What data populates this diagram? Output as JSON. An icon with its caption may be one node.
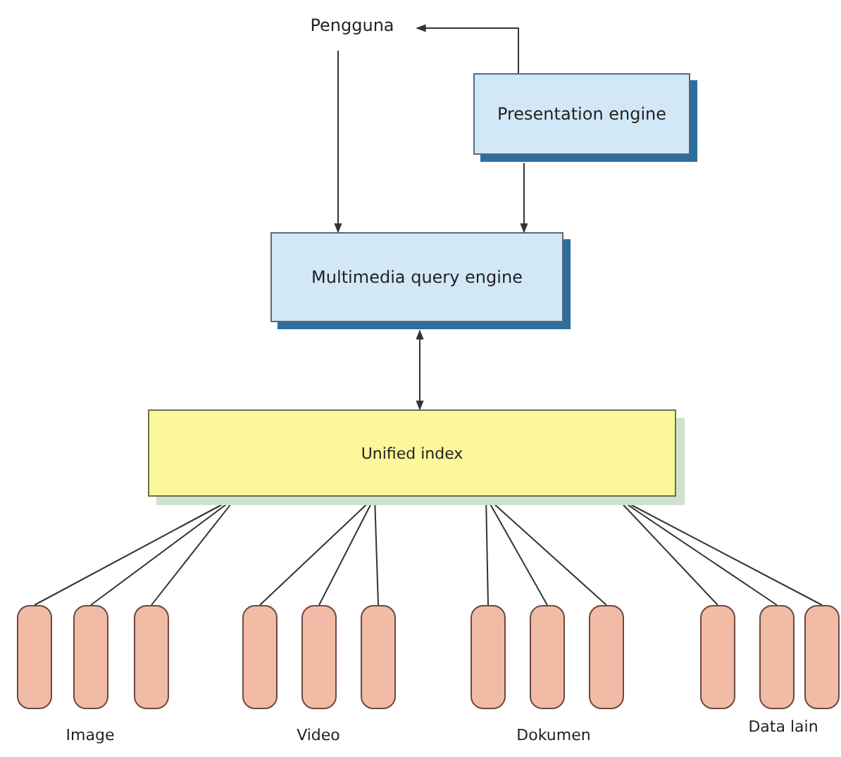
{
  "diagram": {
    "nodes": [
      {
        "text": [
          "Pengguna"
        ]
      },
      {
        "text": [
          "Presentation engine"
        ]
      },
      {
        "text": [
          "Multimedia query engine"
        ]
      },
      {
        "text": [
          "Unified index"
        ]
      },
      {
        "text": [],
        "shape": "box"
      },
      {
        "text": [],
        "shape": "box"
      },
      {
        "text": [],
        "shape": "box"
      },
      {
        "text": [],
        "shape": "box"
      },
      {
        "text": [],
        "shape": "box"
      },
      {
        "text": [],
        "shape": "box"
      },
      {
        "text": [],
        "shape": "box"
      },
      {
        "text": [],
        "shape": "box"
      },
      {
        "text": [],
        "shape": "box"
      },
      {
        "text": [],
        "shape": "box"
      },
      {
        "text": [],
        "shape": "box"
      },
      {
        "text": [],
        "shape": "box"
      }
    ],
    "edges": [
      {
        "from": 1,
        "to": 0,
        "arrow": "to"
      },
      {
        "from": 0,
        "to": 2,
        "arrow": "to"
      },
      {
        "from": 1,
        "to": 2,
        "arrow": "to"
      },
      {
        "from": 2,
        "to": 3,
        "arrow": "both"
      },
      {
        "from": 3,
        "to": 4,
        "arrow": "none"
      },
      {
        "from": 3,
        "to": 5,
        "arrow": "none"
      },
      {
        "from": 3,
        "to": 6,
        "arrow": "none"
      },
      {
        "from": 3,
        "to": 7,
        "arrow": "none"
      },
      {
        "from": 3,
        "to": 8,
        "arrow": "none"
      },
      {
        "from": 3,
        "to": 9,
        "arrow": "none"
      },
      {
        "from": 3,
        "to": 10,
        "arrow": "none"
      },
      {
        "from": 3,
        "to": 11,
        "arrow": "none"
      },
      {
        "from": 3,
        "to": 12,
        "arrow": "none"
      },
      {
        "from": 3,
        "to": 13,
        "arrow": "none"
      },
      {
        "from": 3,
        "to": 14,
        "arrow": "none"
      },
      {
        "from": 3,
        "to": 15,
        "arrow": "none"
      }
    ],
    "labels": [
      "Image",
      "Video",
      "Dokumen",
      "Data lain"
    ]
  }
}
